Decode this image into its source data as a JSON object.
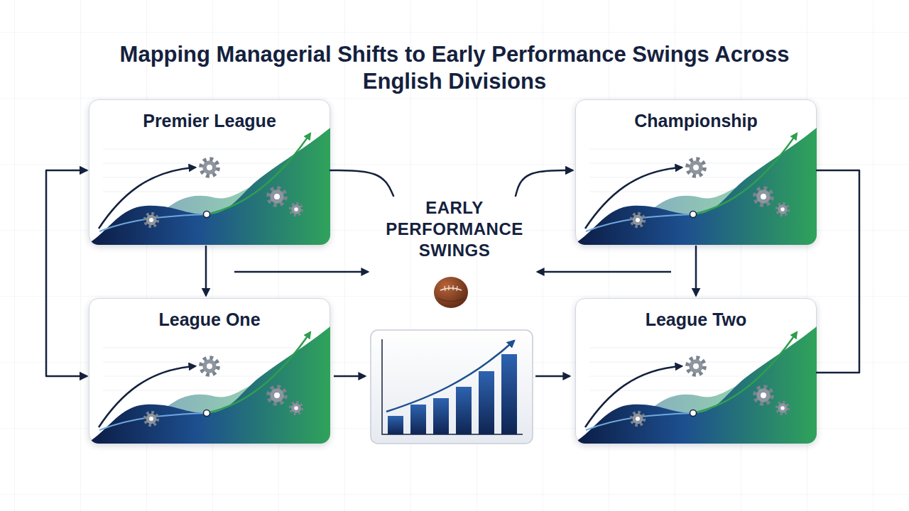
{
  "diagram": {
    "title": "Mapping Managerial Shifts to Early Performance Swings Across English Divisions",
    "nodes": [
      {
        "text": [
          "Premier League"
        ]
      },
      {
        "text": [
          "Championship"
        ]
      },
      {
        "text": [
          "EARLY PERFORMANCE SWINGS"
        ]
      },
      {
        "text": [
          "League One"
        ]
      },
      {
        "text": [
          "League Two"
        ]
      }
    ],
    "edges": [
      {
        "from": 0,
        "to": 3,
        "arrow": "to"
      },
      {
        "from": 1,
        "to": 4,
        "arrow": "to"
      },
      {
        "from": 0,
        "to": 3,
        "arrow": "both"
      },
      {
        "from": 1,
        "to": 4,
        "arrow": "none"
      },
      {
        "from": 0,
        "to": 2,
        "arrow": "none"
      },
      {
        "from": 2,
        "to": 1,
        "arrow": "to"
      }
    ]
  }
}
